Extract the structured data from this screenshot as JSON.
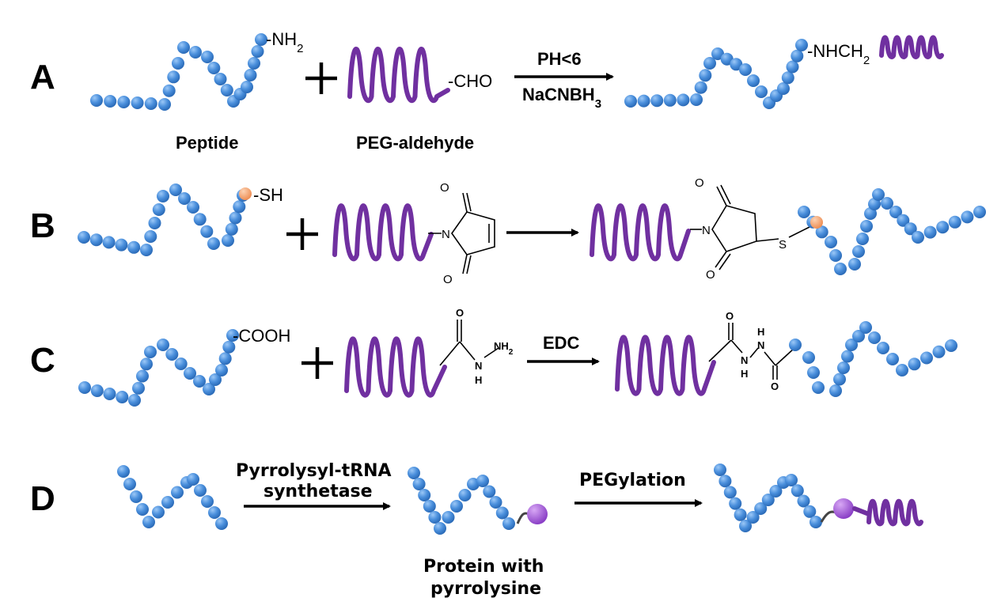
{
  "rows": {
    "a": {
      "letter": "A",
      "amine_group": "NH",
      "amine_sub": "2",
      "aldehyde_group": "-CHO",
      "condition_top": "PH<6",
      "condition_bottom": "NaCNBH",
      "condition_bottom_sub": "3",
      "product_link": "NHCH",
      "product_link_sub": "2",
      "peptide_caption": "Peptide",
      "peg_caption": "PEG-aldehyde"
    },
    "b": {
      "letter": "B",
      "thiol_group": "SH",
      "atom_o_top": "O",
      "atom_n": "N",
      "atom_o_bottom": "O",
      "product_o_top": "O",
      "product_n": "N",
      "product_o_bottom": "O",
      "product_s": "S"
    },
    "c": {
      "letter": "C",
      "carboxyl_group": "COOH",
      "hydrazide_o": "O",
      "hydrazide_nh2": "NH",
      "hydrazide_nh2_sub": "2",
      "hydrazide_nh": "N",
      "hydrazide_h": "H",
      "condition": "EDC",
      "product_o_top": "O",
      "product_h_top": "H",
      "product_n_top": "N",
      "product_n_bottom": "N",
      "product_h_bottom": "H",
      "product_o_bottom": "O"
    },
    "d": {
      "letter": "D",
      "enzyme_line1": "Pyrrolysyl-tRNA",
      "enzyme_line2": "synthetase",
      "step2_label": "PEGylation",
      "protein_caption_line1": "Protein with",
      "protein_caption_line2": "pyrrolysine"
    }
  },
  "colors": {
    "bead": "#4a8fdc",
    "bead_highlight": "#8cc0f5",
    "peg": "#7030a0",
    "cysteine": "#f4a06a",
    "pyrrolysine": "#9b4fd0"
  }
}
